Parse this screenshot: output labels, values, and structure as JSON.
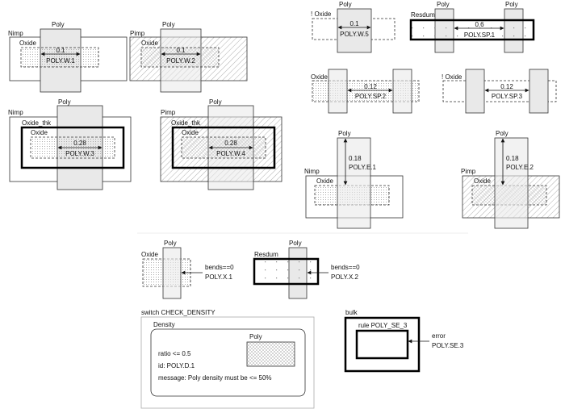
{
  "labels": {
    "poly": "Poly",
    "nimp": "Nimp",
    "pimp": "Pimp",
    "oxide": "Oxide",
    "oxide_thk": "Oxide_thk",
    "not_oxide": "! Oxide",
    "resdum": "Resdum",
    "density": "Density",
    "bulk": "bulk"
  },
  "rules": {
    "w1": {
      "value": "0.1",
      "name": "POLY.W.1"
    },
    "w2": {
      "value": "0.1",
      "name": "POLY.W.2"
    },
    "w3": {
      "value": "0.28",
      "name": "POLY.W.3"
    },
    "w4": {
      "value": "0.28",
      "name": "POLY.W.4"
    },
    "w5": {
      "value": "0.1",
      "name": "POLY.W.5"
    },
    "sp1": {
      "value": "0.6",
      "name": "POLY.SP.1"
    },
    "sp2": {
      "value": "0.12",
      "name": "POLY.SP.2"
    },
    "sp3": {
      "value": "0.12",
      "name": "POLY.SP.3"
    },
    "e1": {
      "value": "0.18",
      "name": "POLY.E.1"
    },
    "e2": {
      "value": "0.18",
      "name": "POLY.E.2"
    },
    "x1": {
      "value": "bends==0",
      "name": "POLY.X.1"
    },
    "x2": {
      "value": "bends==0",
      "name": "POLY.X.2"
    }
  },
  "density_check": {
    "switch": "switch CHECK_DENSITY",
    "ratio": "ratio <= 0.5",
    "id": "id: POLY.D.1",
    "message": "message: Poly density must be <= 50%"
  },
  "bulk_check": {
    "rule": "rule  POLY_SE_3",
    "error": "error",
    "name": "POLY.SE.3"
  }
}
